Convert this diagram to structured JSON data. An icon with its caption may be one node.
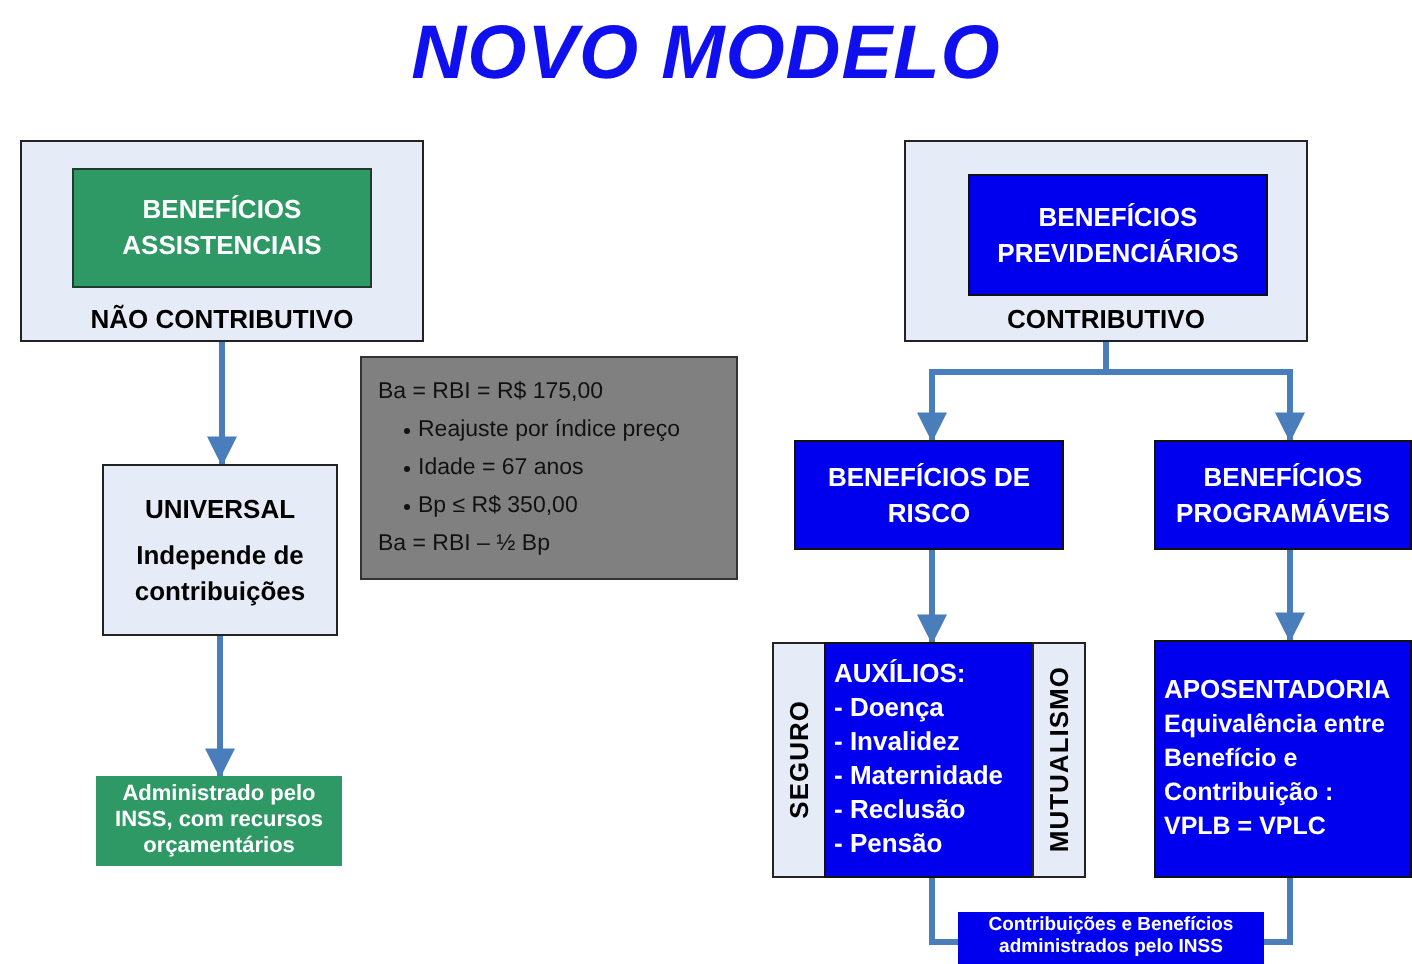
{
  "diagram": {
    "title": "NOVO MODELO",
    "nodes": [
      {
        "text": [
          "NÃO CONTRIBUTIVO"
        ]
      },
      {
        "text": [
          "BENEFÍCIOS ASSISTENCIAIS"
        ],
        "in": 0
      },
      {
        "text": [
          "UNIVERSAL",
          "Independe de contribuições"
        ]
      },
      {
        "text": [
          "Administrado pelo INSS, com recursos orçamentários"
        ]
      },
      {
        "text": [
          "Ba = RBI = R$ 175,00",
          "Reajuste por índice preço",
          "Idade = 67 anos",
          "Bp ≤ R$ 350,00",
          "Ba = RBI – ½ Bp"
        ]
      },
      {
        "text": [
          "CONTRIBUTIVO"
        ]
      },
      {
        "text": [
          "BENEFÍCIOS PREVIDENCIÁRIOS"
        ],
        "in": 5
      },
      {
        "text": [
          "BENEFÍCIOS DE RISCO"
        ]
      },
      {
        "text": [
          "BENEFÍCIOS PROGRAMÁVEIS"
        ]
      },
      {
        "text": [
          "SEGURO"
        ]
      },
      {
        "text": [
          "AUXÍLIOS:",
          "- Doença",
          "- Invalidez",
          "- Maternidade",
          "- Reclusão",
          "- Pensão"
        ]
      },
      {
        "text": [
          "MUTUALISMO"
        ]
      },
      {
        "text": [
          "APOSENTADORIA",
          "Equivalência entre Benefício e Contribuição :",
          "VPLB = VPLC"
        ]
      },
      {
        "text": [
          "Contribuições e Benefícios administrados pelo INSS"
        ]
      }
    ],
    "edges": [
      {
        "from": 0,
        "to": 2,
        "arrow": "to"
      },
      {
        "from": 2,
        "to": 3,
        "arrow": "to"
      },
      {
        "from": 5,
        "to": 7,
        "arrow": "to"
      },
      {
        "from": 5,
        "to": 8,
        "arrow": "to"
      },
      {
        "from": 7,
        "to": 10,
        "arrow": "to"
      },
      {
        "from": 8,
        "to": 12,
        "arrow": "to"
      },
      {
        "from": 10,
        "to": 13,
        "arrow": "none"
      },
      {
        "from": 12,
        "to": 13,
        "arrow": "none"
      }
    ]
  }
}
